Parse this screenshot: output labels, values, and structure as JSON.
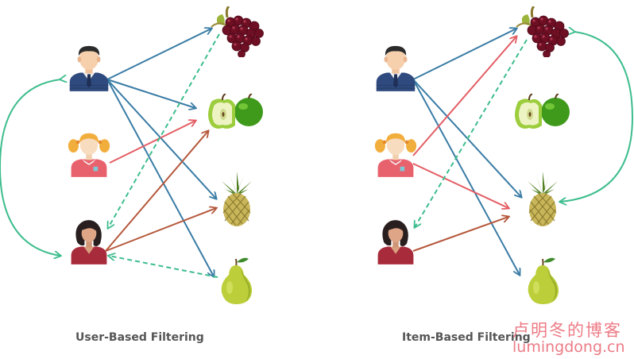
{
  "captions": {
    "user_based": "User-Based Filtering",
    "item_based": "Item-Based Filtering"
  },
  "watermark": {
    "line1": "卢明冬的博客",
    "line2": "lumingdong.cn"
  },
  "colors": {
    "blue": "#3a7ca5",
    "red": "#e35d64",
    "brown": "#b5583c",
    "teal": "#3dbd8d",
    "watermark": "#ec7b86",
    "caption": "#555555"
  },
  "icons": {
    "users": [
      "man-user-icon",
      "girl-user-icon",
      "woman-user-icon"
    ],
    "items": [
      "grapes-icon",
      "apples-icon",
      "pineapple-icon",
      "pear-icon"
    ]
  }
}
